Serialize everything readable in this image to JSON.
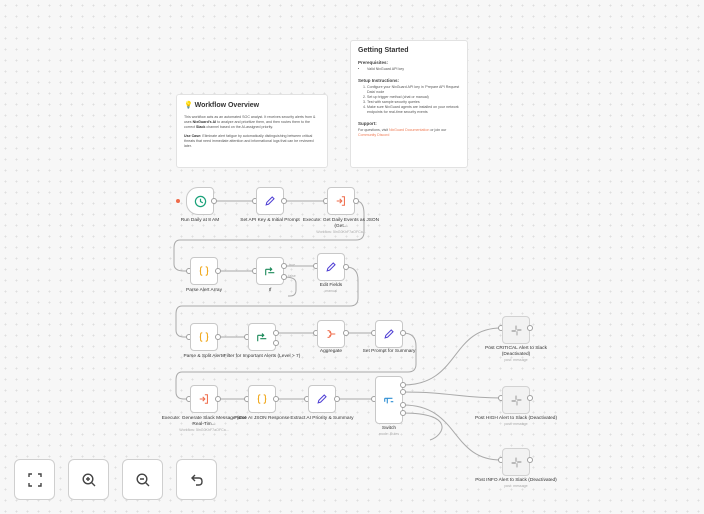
{
  "notes": {
    "overview": {
      "title": "Workflow Overview",
      "desc_a": "This workflow acts as an automated SOC analyst. It receives security alerts from & uses ",
      "desc_b": "NixGuard's AI",
      "desc_c": " to analyze and prioritize them, and then routes them to the correct ",
      "desc_d": "Slack",
      "desc_e": " channel based on the AI-assigned priority.",
      "usecase_label": "Use Case:",
      "usecase_text": " Eliminate alert fatigue by automatically distinguishing between critical threats that need immediate attention and informational logs that can be reviewed later."
    },
    "getting_started": {
      "title": "Getting Started",
      "prereq_heading": "Prerequisites:",
      "prereq_items": [
        "Valid NixGuard API key"
      ],
      "setup_heading": "Setup Instructions:",
      "setup_items": [
        "Configure your NixGuard API key in 'Prepare API Request Data' node",
        "Set up trigger method (chat or manual)",
        "Test with sample security queries",
        "Make sure NixGuard agents are installed on your network endpoints for real-time security events"
      ],
      "support_heading": "Support:",
      "support_a": "For questions, visit ",
      "support_link1": "NixGuard Documentation",
      "support_b": " or join our ",
      "support_link2": "Community Discord"
    }
  },
  "nodes": {
    "n1": {
      "label": "Run Daily at 8 AM",
      "sub": ""
    },
    "n2": {
      "label": "Set API Key & Initial Prompt",
      "sub": ""
    },
    "n3": {
      "label": "Execute: Get Daily Events as JSON (Get...",
      "sub": "Workflow: 5lnG0KhF7aOFCa..."
    },
    "n4": {
      "label": "Parse Alert Array",
      "sub": ""
    },
    "n5": {
      "label": "If",
      "sub": ""
    },
    "n6": {
      "label": "Edit Fields",
      "sub": "manual"
    },
    "n7": {
      "label": "Parse & Split Alerts",
      "sub": ""
    },
    "n8": {
      "label": "Filter for Important Alerts (Level > 7)",
      "sub": ""
    },
    "n9": {
      "label": "Aggregate",
      "sub": ""
    },
    "n10": {
      "label": "Set Prompt for Summary",
      "sub": ""
    },
    "n11": {
      "label": "Execute: Generate Slack Message (Get Real-Tim...",
      "sub": "Workflow: 5lnG0KhF7aOFCa..."
    },
    "n12": {
      "label": "Parse AI JSON Response",
      "sub": ""
    },
    "n13": {
      "label": "Extract AI Priority & Summary",
      "sub": ""
    },
    "n14": {
      "label": "Switch",
      "sub": "mode: Rules"
    },
    "n15": {
      "label": "Post CRITICAL Alert to Slack (Deactivated)",
      "sub": "post: message"
    },
    "n16": {
      "label": "Post HIGH Alert to Slack (Deactivated)",
      "sub": "post: message"
    },
    "n17": {
      "label": "Post INFO Alert to Slack (Deactivated)",
      "sub": "post: message"
    }
  },
  "edge_labels": {
    "if_true": "true",
    "if_false": "false"
  },
  "icons": {
    "trigger": "clock-icon",
    "edit": "pencil-icon",
    "execute": "execute-workflow-icon",
    "code": "code-braces-icon",
    "if": "if-branch-icon",
    "filter": "filter-icon",
    "aggregate": "aggregate-icon",
    "switch": "switch-icon",
    "slack": "slack-icon",
    "lightbulb": "lightbulb-icon"
  },
  "controls": {
    "fit": "fit-view-icon",
    "zoom_in": "zoom-in-icon",
    "zoom_out": "zoom-out-icon",
    "undo": "undo-icon"
  },
  "colors": {
    "accent": "#ef6b4a",
    "trigger": "#1ba27a",
    "pencil": "#4f3fd4",
    "code": "#f0a71a",
    "if": "#1c8a5a",
    "switch": "#2d8ed3"
  }
}
